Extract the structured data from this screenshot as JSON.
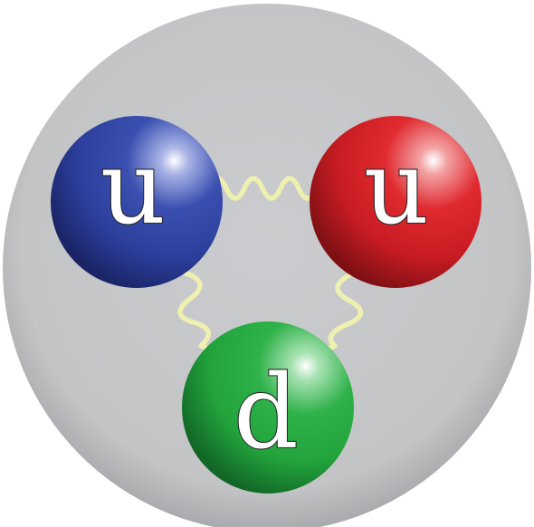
{
  "colors": {
    "background": "#c3c4c6",
    "background_edge": "#a9aaad",
    "gluon": "#eef0b0",
    "up_blue": "#2c3f9c",
    "up_red": "#d81f26",
    "down_green": "#22a33c"
  },
  "quarks": [
    {
      "label": "u",
      "color": "#2c3f9c"
    },
    {
      "label": "u",
      "color": "#d81f26"
    },
    {
      "label": "d",
      "color": "#22a33c"
    }
  ]
}
